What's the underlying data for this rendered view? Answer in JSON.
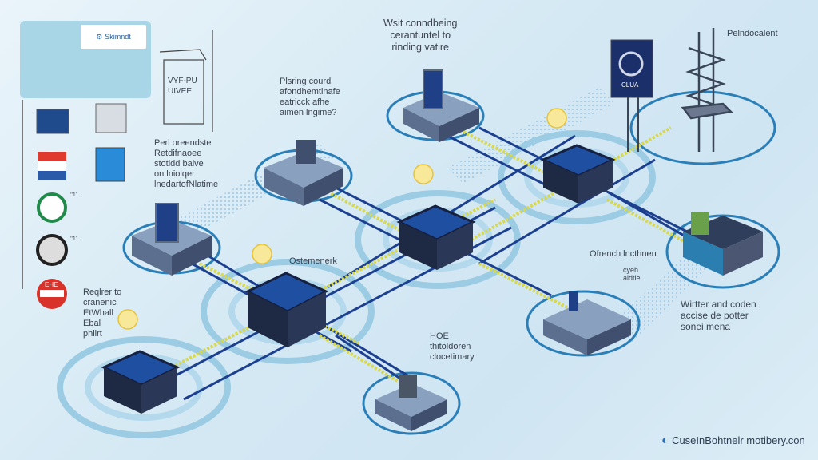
{
  "title": "",
  "left_panel": {
    "brand_label": "Skimndt",
    "sketch_label_lines": "VYF-PU\nUIVEE",
    "side_notes": [
      "’'11",
      "’'11"
    ],
    "badge_text": "EHE"
  },
  "labels": {
    "top_center": "Wsit conndbeing\ncerantuntel to\nrinding vatire",
    "upper_left": "Plsring courd\nafondhemtinafe\neatricck afhe\naimen lngime?",
    "left_middle": "Perl oreendste\nRetdifnaoee\nstotidd balve\non lniolqer\nlnedartofNlatime",
    "bottom_left": "Reqlrer to\ncranenic\nEtWhall\nEbal\nphiirt",
    "center": "Ostemenerk",
    "center_bottom": "HOE\nthitoldoren\nclocetimary",
    "right_middle": "Ofrench lncthnen",
    "right_small": "cyeh\naidtle",
    "right_lower": "Wirtter and coden\naccise de potter\nsonei mena",
    "top_right": "Pelndocalent",
    "billboard": "CLUA"
  },
  "footer": {
    "text": "CuseInBohtnelr motibery.con",
    "icon": "globe-logo-icon"
  },
  "colors": {
    "background": "#d5e9f4",
    "cube_body": "#1e2a44",
    "cube_top": "#1f4fa0",
    "link_line": "#1c3f8f",
    "data_line": "#d8d84a",
    "ring": "#9ccbe4"
  }
}
